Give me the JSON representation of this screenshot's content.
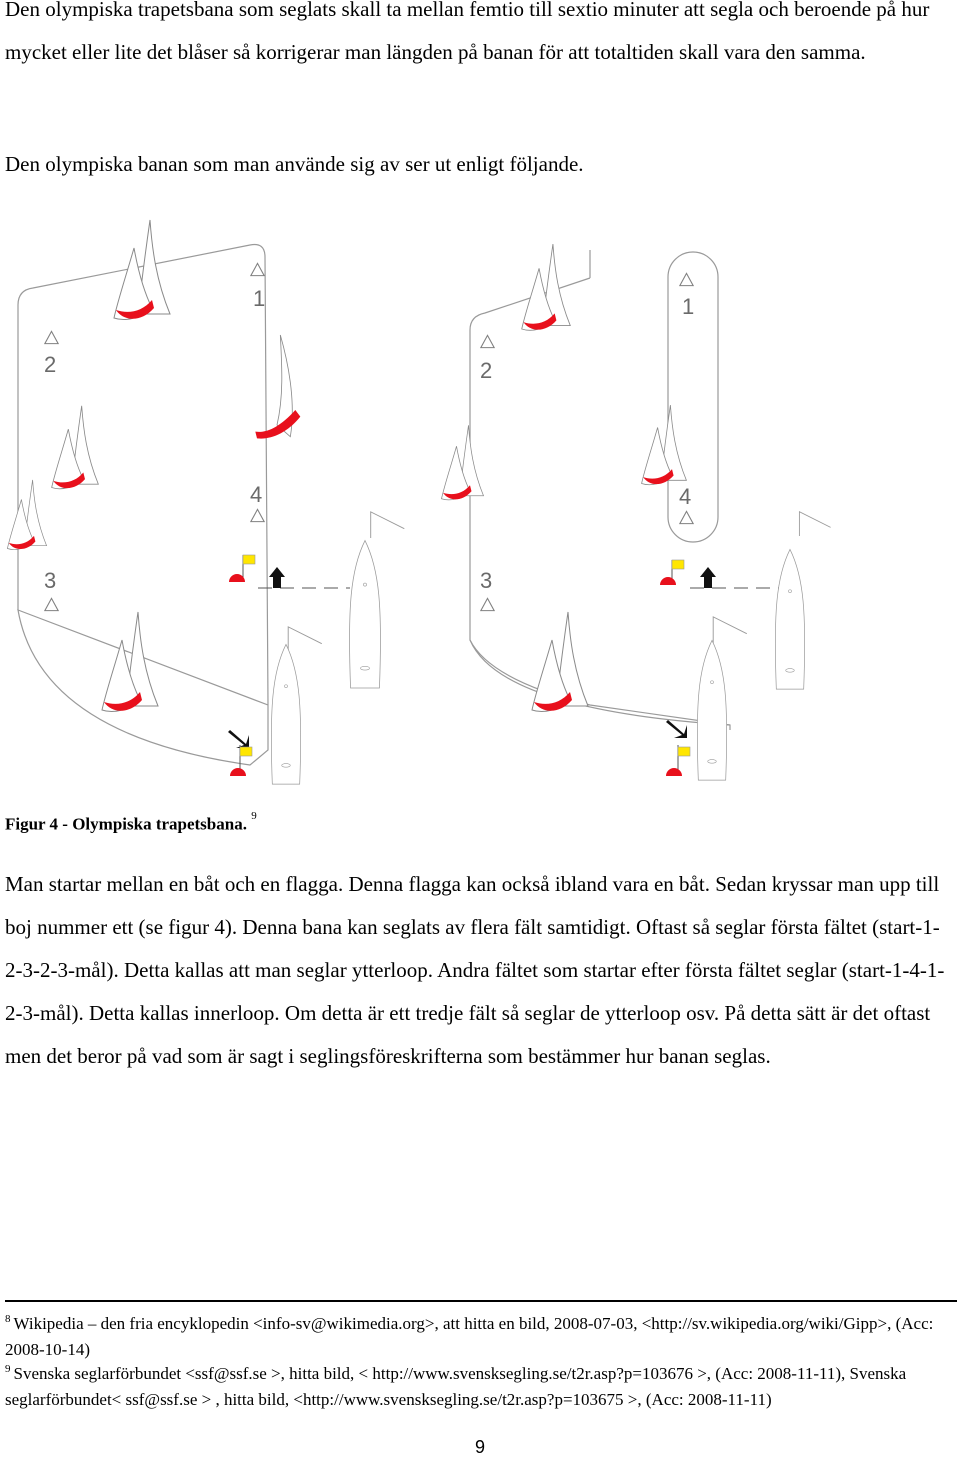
{
  "intro": {
    "paragraph": "Den olympiska trapetsbana som seglats skall ta mellan femtio till sextio minuter att segla och beroende på hur mycket eller lite det blåser så korrigerar man längden på banan för att totaltiden skall vara den samma.",
    "paragraph2": "Den olympiska banan som man använde sig av ser ut enligt följande."
  },
  "figure": {
    "marks": [
      "1",
      "2",
      "3",
      "4"
    ],
    "caption": "Figur 4 - Olympiska trapetsbana.",
    "caption_ref": "9",
    "colors": {
      "sail_red": "#e8101c",
      "flag_yellow": "#ffe600",
      "line": "#9a9a9a"
    }
  },
  "body": {
    "paragraph": "Man startar mellan en båt och en flagga. Denna flagga kan också ibland vara en båt. Sedan kryssar man upp till boj nummer ett (se figur 4). Denna bana kan seglats av flera fält samtidigt. Oftast så seglar första fältet (start-1-2-3-2-3-mål). Detta kallas att man seglar ytterloop. Andra fältet som startar efter första fältet seglar (start-1-4-1-2-3-mål). Detta kallas innerloop. Om detta är ett tredje fält så seglar de ytterloop osv. På detta sätt är det oftast men det beror på vad som är sagt i seglingsföreskrifterna som bestämmer hur banan seglas."
  },
  "footnotes": [
    {
      "num": "8",
      "text": "Wikipedia – den fria encyklopedin <info-sv@wikimedia.org>, att hitta en bild, 2008-07-03, <http://sv.wikipedia.org/wiki/Gipp>, (Acc: 2008-10-14)"
    },
    {
      "num": "9",
      "text": "Svenska seglarförbundet <ssf@ssf.se >, hitta bild, < http://www.svensksegling.se/t2r.asp?p=103676 >, (Acc: 2008-11-11), Svenska seglarförbundet< ssf@ssf.se > , hitta bild, <http://www.svensksegling.se/t2r.asp?p=103675 >, (Acc: 2008-11-11)"
    }
  ],
  "page_number": "9"
}
